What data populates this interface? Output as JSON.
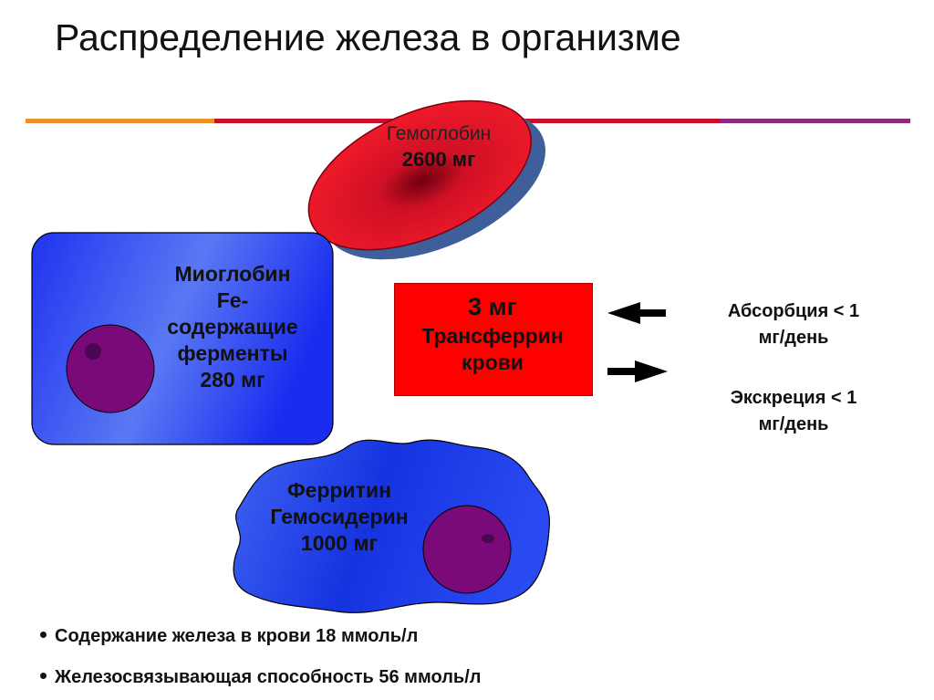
{
  "title": "Распределение  железа в организме",
  "colors": {
    "rule": [
      "#e8902c",
      "#c8102e",
      "#8b2a7e"
    ],
    "hemoglobin_disc": "#e01020",
    "disc_edge": "#3e5f9a",
    "cell_blue": "#1133ee",
    "nucleus": "#7a0a7a",
    "transferrin_box": "#ff0000"
  },
  "hemoglobin": {
    "name": "Гемоглобин",
    "amount": "2600 мг"
  },
  "myoglobin": {
    "lines": [
      "Миоглобин",
      "Fe-",
      "содержащие",
      "ферменты",
      "280 мг"
    ]
  },
  "transferrin": {
    "amount": "3 мг",
    "line1": "Трансферрин",
    "line2": "крови"
  },
  "absorption": {
    "line1": "Абсорбция < 1",
    "line2": "мг/день"
  },
  "excretion": {
    "line1": "Экскреция < 1",
    "line2": "мг/день"
  },
  "ferritin": {
    "lines": [
      "Ферритин",
      "Гемосидерин",
      "1000 мг"
    ]
  },
  "bullets": [
    "Содержание железа в крови 18 ммоль/л",
    "Железосвязывающая способность 56 ммоль/л"
  ],
  "icons": {
    "arrow_in": "arrow-left-icon",
    "arrow_out": "arrow-right-icon"
  }
}
